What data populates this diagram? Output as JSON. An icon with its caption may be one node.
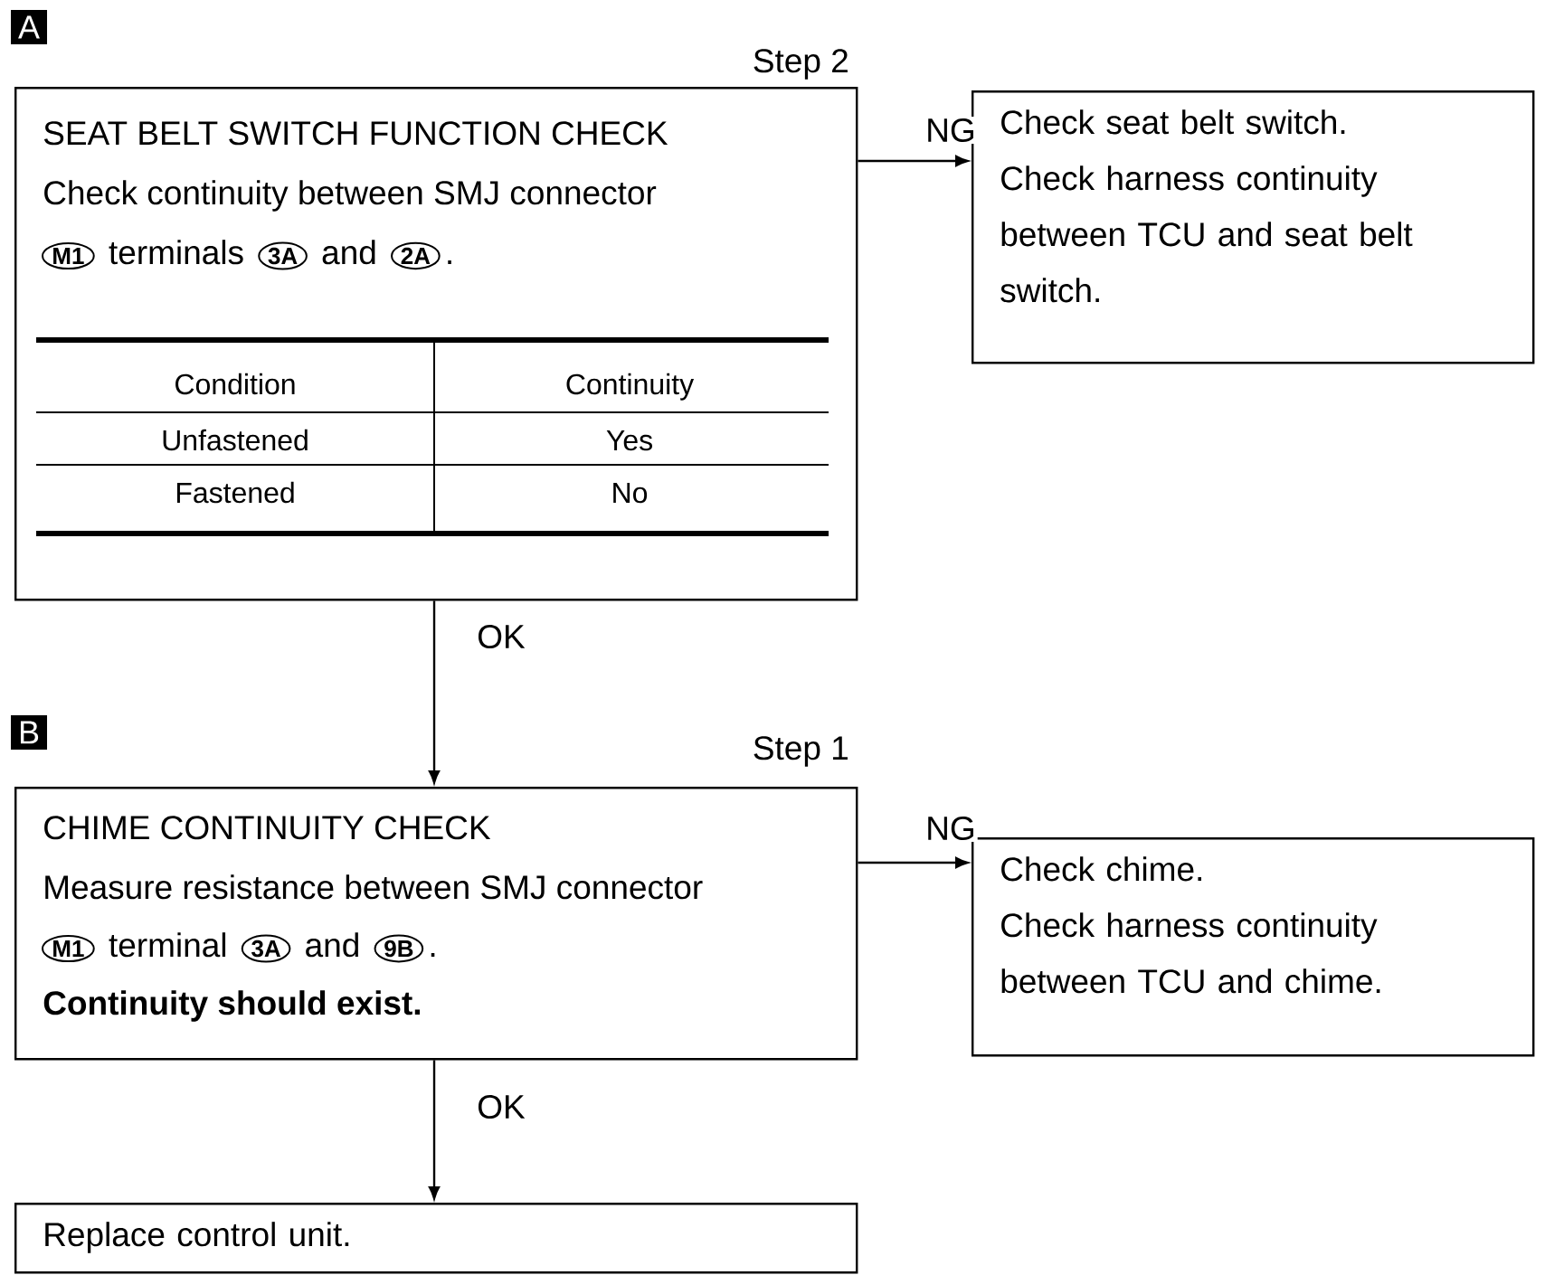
{
  "diagram": {
    "nodes": [
      {
        "text": [
          "SEAT BELT SWITCH FUNCTION CHECK",
          "Check continuity between SMJ connector",
          "M1",
          "terminals",
          "3A",
          "and",
          "2A",
          "."
        ],
        "beside": [
          "Step 2"
        ]
      },
      {
        "text": [
          "Check seat belt switch.",
          "Check harness continuity between TCU and seat belt switch."
        ]
      },
      {
        "text": [
          "CHIME CONTINUITY CHECK",
          "Measure resistance between SMJ connector",
          "M1",
          "terminal",
          "3A",
          "and",
          "9B",
          ".",
          "Continuity should exist."
        ],
        "beside": [
          "Step 1"
        ]
      },
      {
        "text": [
          "Check chime.",
          "Check harness continuity between TCU and chime."
        ]
      },
      {
        "text": [
          "Replace control unit."
        ]
      }
    ],
    "edges": [
      {
        "from": 0,
        "to": 1,
        "arrow": "to",
        "label": "NG"
      },
      {
        "from": 0,
        "to": 2,
        "arrow": "to",
        "label": "OK"
      },
      {
        "from": 2,
        "to": 3,
        "arrow": "to",
        "label": "NG"
      },
      {
        "from": 2,
        "to": 4,
        "arrow": "to",
        "label": "OK"
      }
    ],
    "labels": [
      "A",
      "Condition",
      "Continuity",
      "Unfastened",
      "Yes",
      "Fastened",
      "No",
      "B"
    ]
  }
}
